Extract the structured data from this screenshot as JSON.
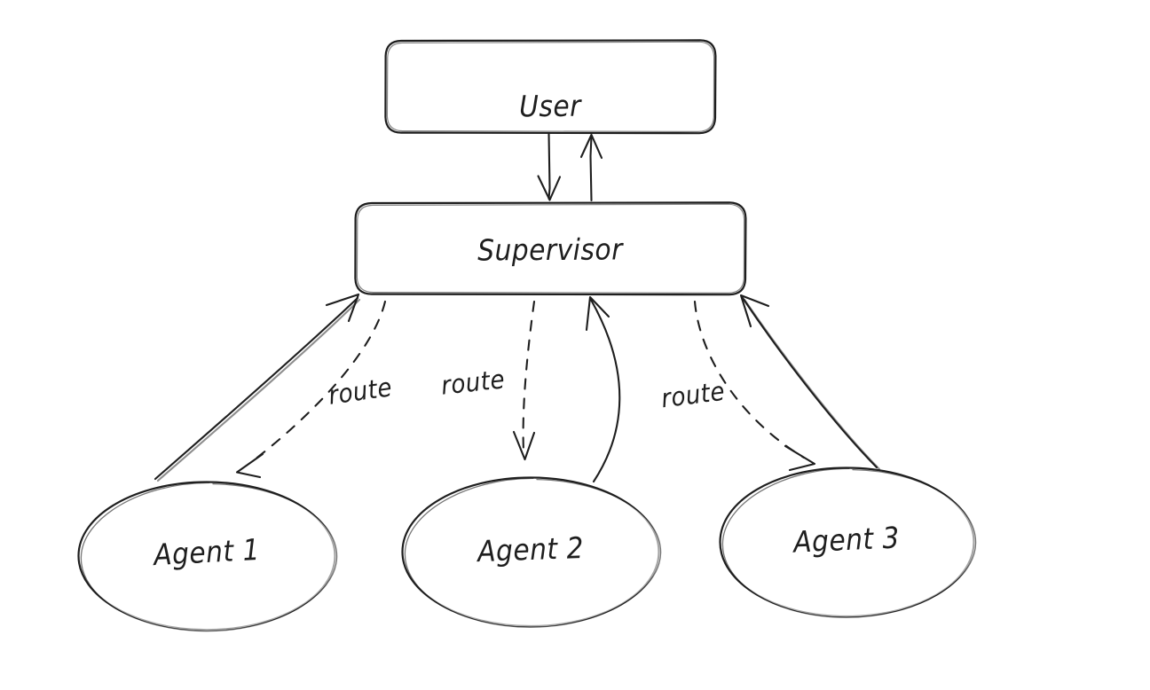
{
  "diagram": {
    "type": "flow-diagram",
    "style": "hand-drawn",
    "background_color": "#ffffff",
    "stroke_color": "#1e1e1e",
    "nodes": [
      {
        "id": "user",
        "label": "User",
        "shape": "rounded-rectangle"
      },
      {
        "id": "supervisor",
        "label": "Supervisor",
        "shape": "rounded-rectangle"
      },
      {
        "id": "agent1",
        "label": "Agent 1",
        "shape": "ellipse"
      },
      {
        "id": "agent2",
        "label": "Agent 2",
        "shape": "ellipse"
      },
      {
        "id": "agent3",
        "label": "Agent 3",
        "shape": "ellipse"
      }
    ],
    "edges": [
      {
        "id": "e-user-supervisor",
        "from": "user",
        "to": "supervisor",
        "label": "",
        "style": "solid"
      },
      {
        "id": "e-supervisor-user",
        "from": "supervisor",
        "to": "user",
        "label": "",
        "style": "solid"
      },
      {
        "id": "e-route-1",
        "from": "supervisor",
        "to": "agent1",
        "label": "route",
        "style": "dashed"
      },
      {
        "id": "e-route-2",
        "from": "supervisor",
        "to": "agent2",
        "label": "route",
        "style": "dashed"
      },
      {
        "id": "e-route-3",
        "from": "supervisor",
        "to": "agent3",
        "label": "route",
        "style": "dashed"
      },
      {
        "id": "e-agent1-back",
        "from": "agent1",
        "to": "supervisor",
        "label": "",
        "style": "solid"
      },
      {
        "id": "e-agent2-back",
        "from": "agent2",
        "to": "supervisor",
        "label": "",
        "style": "solid"
      },
      {
        "id": "e-agent3-back",
        "from": "agent3",
        "to": "supervisor",
        "label": "",
        "style": "solid"
      }
    ],
    "edge_labels": {
      "route_1": "route",
      "route_2": "route",
      "route_3": "route"
    }
  }
}
